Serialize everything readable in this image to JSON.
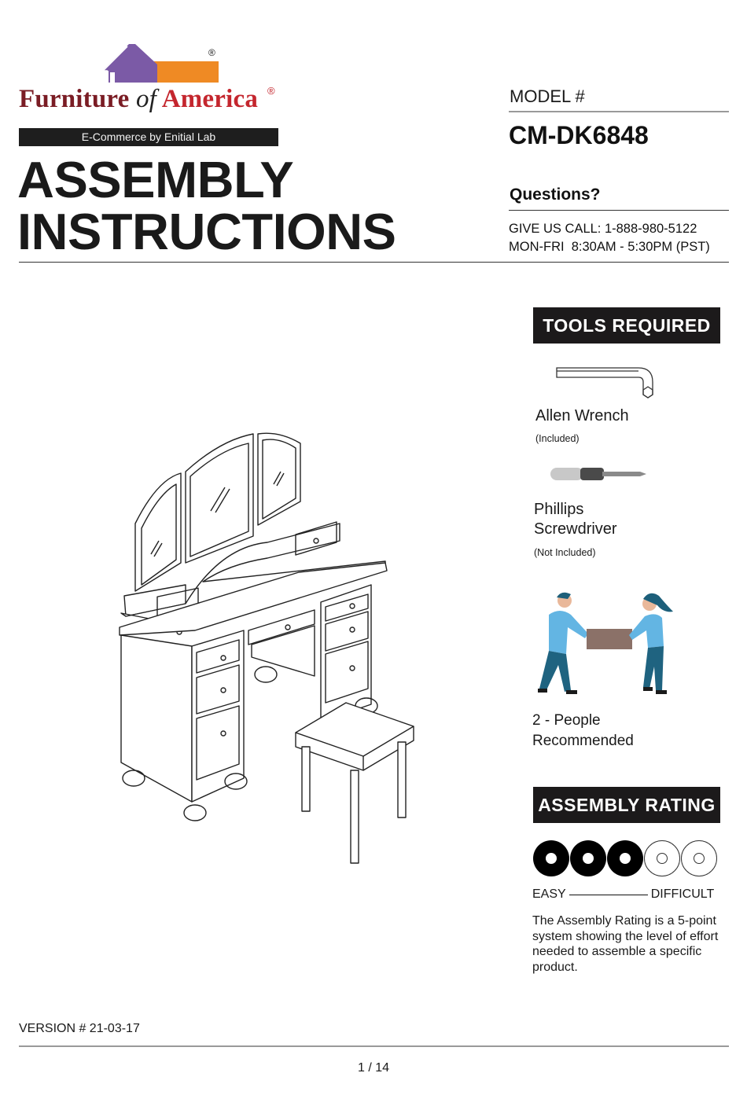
{
  "logo": {
    "brand_part1": "Furniture",
    "brand_part2": "of",
    "brand_part3": "America",
    "registered_mark": "®",
    "tagline": "E-Commerce by Enitial Lab",
    "colors": {
      "house": "#7b5aa6",
      "orange": "#ef8a24",
      "furniture": "#7a1c24",
      "america": "#c4262e"
    }
  },
  "title": {
    "line1": "ASSEMBLY",
    "line2": "INSTRUCTIONS"
  },
  "model": {
    "label": "MODEL #",
    "value": "CM-DK6848"
  },
  "contact": {
    "heading": "Questions?",
    "phone_line": "GIVE US CALL: 1-888-980-5122",
    "hours_line": "MON-FRI  8:30AM - 5:30PM (PST)"
  },
  "product_illustration": {
    "icon": "vanity-with-mirror-and-stool-illustration"
  },
  "tools": {
    "heading": "TOOLS REQUIRED",
    "items": [
      {
        "icon": "allen-wrench-icon",
        "name": "Allen Wrench",
        "note": "(Included)"
      },
      {
        "icon": "phillips-screwdriver-icon",
        "name_line1": "Phillips",
        "name_line2": "Screwdriver",
        "note": "(Not Included)"
      }
    ]
  },
  "people": {
    "icon": "two-people-carrying-box-illustration",
    "line1": "2 - People",
    "line2": "Recommended"
  },
  "assembly_rating": {
    "heading": "ASSEMBLY RATING",
    "value": 3,
    "max": 5,
    "easy_label": "EASY",
    "difficult_label": "DIFFICULT",
    "description": "The Assembly Rating is a 5-point system showing the level of effort needed to assemble a specific product."
  },
  "footer": {
    "version": "VERSION # 21-03-17",
    "page": "1 / 14"
  }
}
